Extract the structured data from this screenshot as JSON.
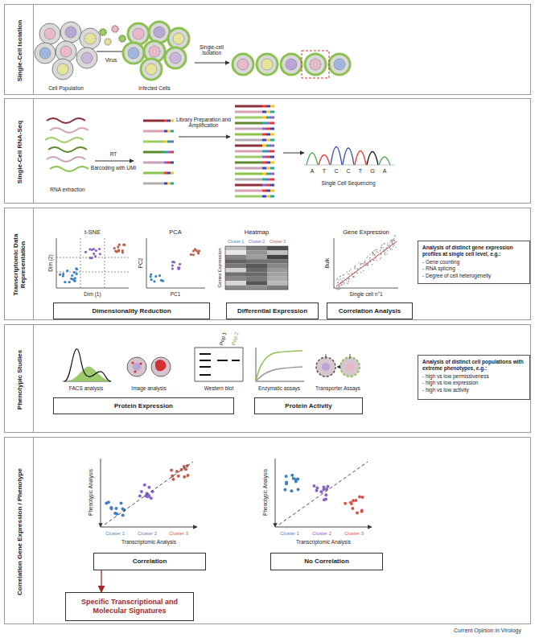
{
  "diagram": {
    "caption": "Current Opinion in Virology",
    "nodes": [
      {
        "text": [
          "Single-Cell Isolation"
        ]
      },
      {
        "text": [
          "Single-Cell RNA-Seq"
        ]
      },
      {
        "text": [
          "Transcriptomic Data Representation"
        ]
      },
      {
        "text": [
          "Dimensionality Reduction"
        ],
        "in": 2
      },
      {
        "text": [
          "Differential Expression"
        ],
        "in": 2
      },
      {
        "text": [
          "Correlation Analysis"
        ],
        "in": 2
      },
      {
        "text": [
          "Analysis of distinct gene expression profiles at single cell level, e.g.:",
          "- Gene counting",
          "- RNA splicing",
          "- Degree of cell heterogeneity"
        ],
        "in": 2
      },
      {
        "text": [
          "Phenotypic Studies"
        ]
      },
      {
        "text": [
          "Protein Expression"
        ],
        "in": 7
      },
      {
        "text": [
          "Protein Activity"
        ],
        "in": 7
      },
      {
        "text": [
          "Analysis of distinct cell populations with extreme phenotypes, e.g.:",
          "- high vs low permissiveness",
          "- high vs low expression",
          "- high vs low activity"
        ],
        "in": 7
      },
      {
        "text": [
          "Correlation Gene Expression / Phenotype"
        ]
      },
      {
        "text": [
          "Correlation"
        ],
        "in": 11
      },
      {
        "text": [
          "No Correlation"
        ],
        "in": 11
      },
      {
        "text": [
          "Specific Transcriptional and Molecular Signatures"
        ],
        "in": 11
      }
    ],
    "edges": [
      {
        "from": 12,
        "to": 14,
        "arrow": "to"
      }
    ],
    "labels": [
      "Cell Population",
      "Virus",
      "Infected Cells",
      "Single-cell Isolation",
      "RNA extraction",
      "RT",
      "Barcoding with UMI",
      "Library Preparation and Amplification",
      "A",
      "T",
      "C",
      "C",
      "T",
      "G",
      "A",
      "Single Cell Sequencing",
      "t-SNE",
      "Dim (2)",
      "Dim (1)",
      "PCA",
      "PC2",
      "PC1",
      "Heatmap",
      "Cluster 1",
      "Cluster 2",
      "Cluster 3",
      "Genes Expression",
      "Gene Expression",
      "Bulk",
      "Single cell n°1",
      "FACS analysis",
      "Image analysis",
      "Pop 1",
      "Pop 2",
      "Western blot",
      "Enzymatic assays",
      "Transporter Assays",
      "Phenotypic Analysis",
      "Cluster 1",
      "Cluster 2",
      "Cluster 3",
      "Transcriptomic Analysis",
      "Phenotypic Analysis",
      "Cluster 1",
      "Cluster 2",
      "Cluster 3",
      "Transcriptomic Analysis"
    ]
  }
}
